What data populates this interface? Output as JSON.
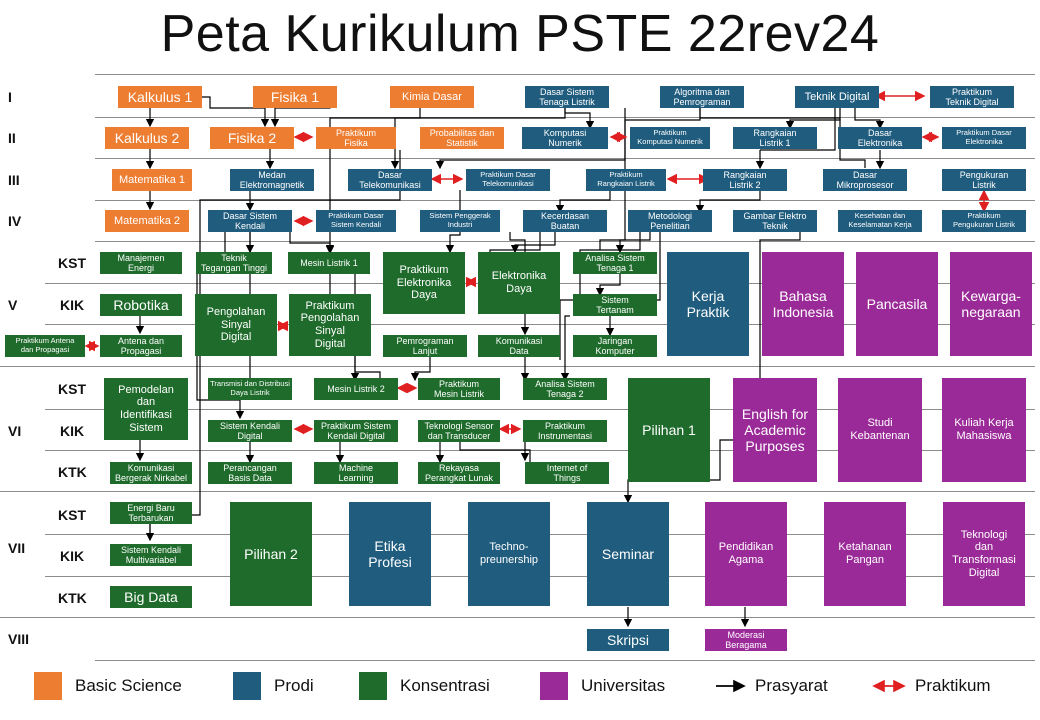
{
  "title": "Peta Kurikulum PSTE 22rev24",
  "semesters": [
    "I",
    "II",
    "III",
    "IV",
    "V",
    "VI",
    "VII",
    "VIII"
  ],
  "groups": {
    "v_kst": "KST",
    "v_kik": "KIK",
    "vi_kst": "KST",
    "vi_kik": "KIK",
    "vi_ktk": "KTK",
    "vii_kst": "KST",
    "vii_kik": "KIK",
    "vii_ktk": "KTK"
  },
  "courses": {
    "kalkulus1": "Kalkulus 1",
    "fisika1": "Fisika 1",
    "kimia": "Kimia Dasar",
    "dasar_sistem_tl": "Dasar Sistem\nTenaga Listrik",
    "algoritma": "Algoritma dan\nPemrograman",
    "teknik_digital": "Teknik Digital",
    "prak_teknik_digital": "Praktikum\nTeknik Digital",
    "kalkulus2": "Kalkulus 2",
    "fisika2": "Fisika 2",
    "prak_fisika": "Praktikum\nFisika",
    "probstat": "Probabilitas dan\nStatistik",
    "komnum": "Komputasi\nNumerik",
    "prak_komnum": "Praktikum\nKomputasi Numerik",
    "rangkaian1": "Rangkaian\nListrik 1",
    "dasar_elektronika": "Dasar\nElektronika",
    "prak_dasar_elektronika": "Praktikum Dasar\nElektronika",
    "matematika1": "Matematika 1",
    "medan": "Medan\nElektromagnetik",
    "dastel": "Dasar\nTelekomunikasi",
    "prak_dastel": "Praktikum Dasar\nTelekomunikasi",
    "prak_rangkaian": "Praktikum\nRangkaian Listrik",
    "rangkaian2": "Rangkaian\nListrik 2",
    "mikroprosesor": "Dasar\nMikroprosesor",
    "pengukuran": "Pengukuran\nListrik",
    "matematika2": "Matematika 2",
    "dsk": "Dasar Sistem\nKendali",
    "prak_dsk": "Praktikum Dasar\nSistem Kendali",
    "penggerak": "Sistem Penggerak\nIndustri",
    "kecerdasan": "Kecerdasan\nBuatan",
    "metopen": "Metodologi\nPenelitian",
    "gambar": "Gambar Elektro\nTeknik",
    "k3": "Kesehatan dan\nKeselamatan Kerja",
    "prak_pengukuran": "Praktikum\nPengukuran Listrik",
    "manajemen_energi": "Manajemen\nEnergi",
    "tegangan_tinggi": "Teknik\nTegangan Tinggi",
    "mesin1": "Mesin Listrik 1",
    "prak_elektronika_daya": "Praktikum\nElektronika\nDaya",
    "elektronika_daya": "Elektronika\nDaya",
    "analisa1": "Analisa Sistem\nTenaga 1",
    "kerja_praktik": "Kerja\nPraktik",
    "bahasa_indonesia": "Bahasa\nIndonesia",
    "pancasila": "Pancasila",
    "kewarganegaraan": "Kewarga-\nnegaraan",
    "robotika": "Robotika",
    "psd": "Pengolahan\nSinyal\nDigital",
    "prak_psd": "Praktikum\nPengolahan\nSinyal\nDigital",
    "sistem_tertanam": "Sistem\nTertanam",
    "prak_antena": "Praktikum Antena\ndan Propagasi",
    "antena": "Antena dan\nPropagasi",
    "pemrograman_lanjut": "Pemrograman\nLanjut",
    "komdat": "Komunikasi\nData",
    "jarkom": "Jaringan\nKomputer",
    "pemodelan": "Pemodelan\ndan\nIdentifikasi\nSistem",
    "transmisi": "Transmisi dan Distribusi\nDaya Listrik",
    "mesin2": "Mesin Listrik 2",
    "prak_mesin": "Praktikum\nMesin Listrik",
    "analisa2": "Analisa Sistem\nTenaga 2",
    "pilihan1": "Pilihan 1",
    "english": "English for\nAcademic\nPurposes",
    "studi_kebantenan": "Studi\nKebantenan",
    "kkm": "Kuliah Kerja\nMahasiswa",
    "skd": "Sistem Kendali\nDigital",
    "prak_skd": "Praktikum Sistem\nKendali Digital",
    "sensor": "Teknologi Sensor\ndan Transducer",
    "prak_instrumentasi": "Praktikum\nInstrumentasi",
    "kbn": "Komunikasi\nBergerak Nirkabel",
    "basis_data": "Perancangan\nBasis Data",
    "ml": "Machine\nLearning",
    "rpl": "Rekayasa\nPerangkat Lunak",
    "iot": "Internet of\nThings",
    "ebt": "Energi Baru\nTerbarukan",
    "pilihan2": "Pilihan 2",
    "etika": "Etika\nProfesi",
    "technopreneurship": "Techno-\npreunership",
    "seminar": "Seminar",
    "pendidikan_agama": "Pendidikan\nAgama",
    "ketahanan_pangan": "Ketahanan\nPangan",
    "ttd": "Teknologi\ndan\nTransformasi\nDigital",
    "skm": "Sistem Kendali\nMultivariabel",
    "big_data": "Big Data",
    "skripsi": "Skripsi",
    "moderasi": "Moderasi\nBeragama"
  },
  "legend": {
    "basic": "Basic Science",
    "prodi": "Prodi",
    "konsentrasi": "Konsentrasi",
    "universitas": "Universitas",
    "prasyarat": "Prasyarat",
    "praktikum": "Praktikum"
  },
  "colors": {
    "basic_science": "#ED7D31",
    "prodi": "#1F5C7E",
    "konsentrasi": "#1E6B2B",
    "universitas": "#9B2A99",
    "prasyarat": "#000000",
    "praktikum": "#E02020"
  }
}
